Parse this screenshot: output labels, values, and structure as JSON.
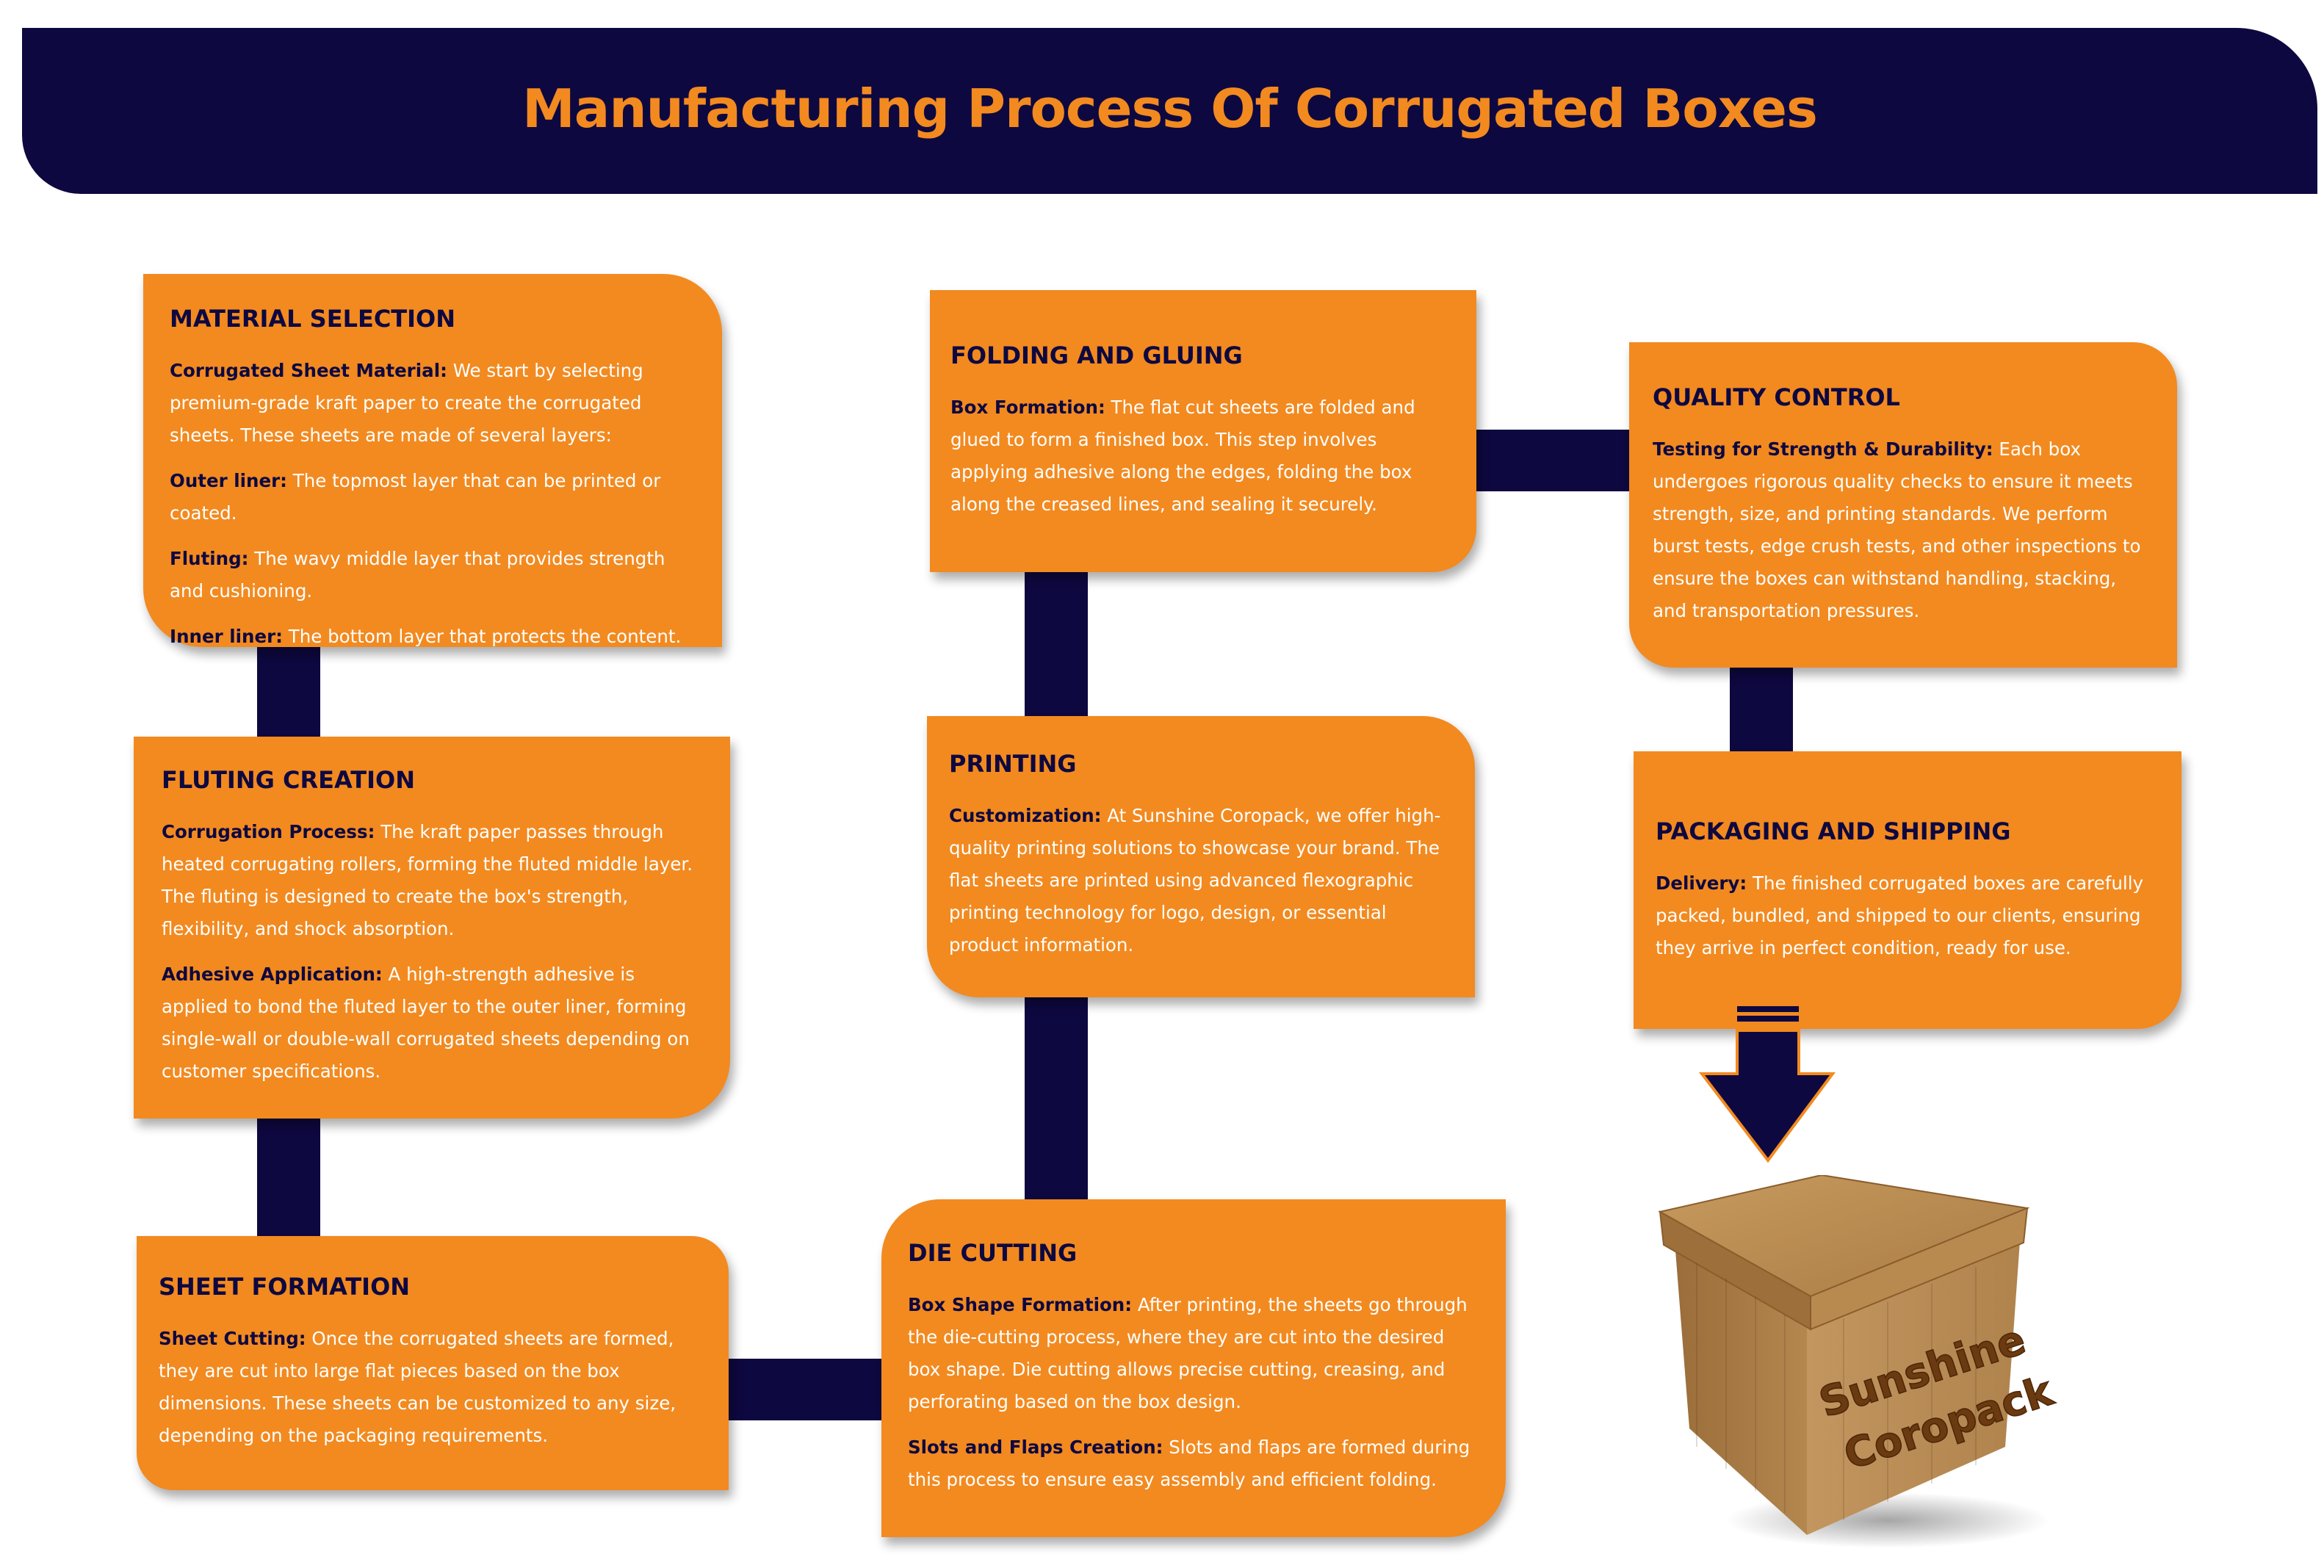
{
  "header": {
    "title": "Manufacturing Process Of Corrugated Boxes"
  },
  "colors": {
    "navy": "#0e0840",
    "orange": "#f28a20",
    "box_brown": "#b98a50",
    "box_text": "#6b3a10"
  },
  "steps": {
    "material_selection": {
      "title": "MATERIAL SELECTION",
      "items": [
        {
          "label": "Corrugated Sheet Material:",
          "text": "We start by selecting premium-grade kraft paper to create the corrugated sheets. These sheets are made of several layers:"
        },
        {
          "label": "Outer liner:",
          "text": "The topmost layer that can be printed or coated."
        },
        {
          "label": "Fluting:",
          "text": "The wavy middle layer that provides strength and cushioning."
        },
        {
          "label": "Inner liner:",
          "text": "The bottom layer that protects the content."
        }
      ]
    },
    "fluting_creation": {
      "title": "FLUTING CREATION",
      "items": [
        {
          "label": "Corrugation Process:",
          "text": "The kraft paper passes through heated corrugating rollers, forming the fluted middle layer. The fluting is designed to create the box's strength, flexibility, and shock absorption."
        },
        {
          "label": "Adhesive Application:",
          "text": "A high-strength adhesive is applied to bond the fluted layer to the outer liner, forming single-wall or double-wall corrugated sheets depending on customer specifications."
        }
      ]
    },
    "sheet_formation": {
      "title": "SHEET FORMATION",
      "items": [
        {
          "label": "Sheet Cutting:",
          "text": "Once the corrugated sheets are formed, they are cut into large flat pieces based on the box dimensions. These sheets can be customized to any size, depending on the packaging requirements."
        }
      ]
    },
    "die_cutting": {
      "title": "DIE CUTTING",
      "items": [
        {
          "label": "Box Shape Formation:",
          "text": "After printing, the sheets go through the die-cutting process, where they are cut into the desired box shape. Die cutting allows precise cutting, creasing, and perforating based on the box design."
        },
        {
          "label": "Slots and Flaps Creation:",
          "text": "Slots and flaps are formed during this process to ensure easy assembly and efficient folding."
        }
      ]
    },
    "printing": {
      "title": "PRINTING",
      "items": [
        {
          "label": "Customization:",
          "text": "At Sunshine Coropack, we offer high-quality printing solutions to showcase your brand. The flat sheets are printed using advanced flexographic printing technology for logo, design, or essential product information."
        }
      ]
    },
    "folding_gluing": {
      "title": "FOLDING AND GLUING",
      "items": [
        {
          "label": "Box Formation:",
          "text": "The flat cut sheets are folded and glued to form a finished box. This step involves applying adhesive along the edges, folding the box along the creased lines, and sealing it securely."
        }
      ]
    },
    "quality_control": {
      "title": "QUALITY CONTROL",
      "items": [
        {
          "label": "Testing for Strength & Durability:",
          "text": "Each box undergoes rigorous quality checks to ensure it meets strength, size, and printing standards. We perform burst tests, edge crush tests, and other inspections to ensure the boxes can withstand handling, stacking, and transportation pressures."
        }
      ]
    },
    "packaging_shipping": {
      "title": "PACKAGING AND SHIPPING",
      "items": [
        {
          "label": "Delivery:",
          "text": "The finished corrugated boxes are carefully packed, bundled, and shipped to our clients, ensuring they arrive in perfect condition, ready for use."
        }
      ]
    }
  },
  "box_logo": {
    "line1": "Sunshine",
    "line2": "Coropack"
  }
}
